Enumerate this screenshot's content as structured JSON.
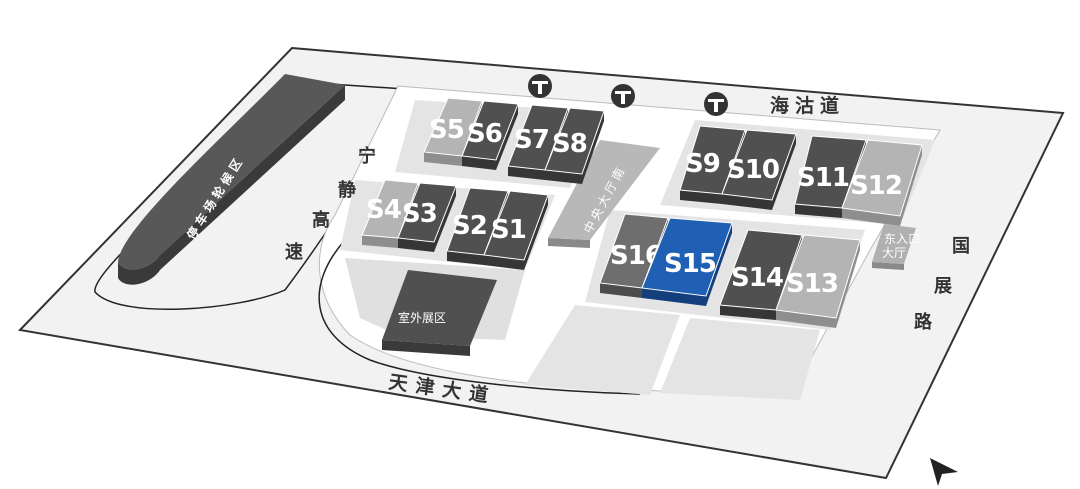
{
  "halls": [
    {
      "label": "S5",
      "tone": "light"
    },
    {
      "label": "S6",
      "tone": "dark"
    },
    {
      "label": "S7",
      "tone": "dark"
    },
    {
      "label": "S8",
      "tone": "dark"
    },
    {
      "label": "S4",
      "tone": "light"
    },
    {
      "label": "S3",
      "tone": "dark"
    },
    {
      "label": "S2",
      "tone": "dark"
    },
    {
      "label": "S1",
      "tone": "dark"
    },
    {
      "label": "S9",
      "tone": "dark"
    },
    {
      "label": "S10",
      "tone": "dark"
    },
    {
      "label": "S11",
      "tone": "dark"
    },
    {
      "label": "S12",
      "tone": "light"
    },
    {
      "label": "S16",
      "tone": "mid"
    },
    {
      "label": "S15",
      "tone": "highlight"
    },
    {
      "label": "S14",
      "tone": "dark"
    },
    {
      "label": "S13",
      "tone": "light"
    }
  ],
  "areas": {
    "parking": "停车场轮候区",
    "outdoor": "室外展区",
    "central_hall": "中央大厅南",
    "east_entrance_line1": "东入口",
    "east_entrance_line2": "大厅"
  },
  "roads": {
    "north": "海沽道",
    "south": "天津大道",
    "west": "宁静高速",
    "east": "国展路"
  },
  "metro_stations": 3,
  "colors": {
    "dark": "#505050",
    "light": "#b4b4b4",
    "mid": "#6e6e6e",
    "highlight": "#1f5fb4",
    "ground": "#f0f0f0",
    "lot": "#e2e2e2"
  },
  "icons": [
    "metro-icon",
    "navigation-arrow-icon"
  ]
}
